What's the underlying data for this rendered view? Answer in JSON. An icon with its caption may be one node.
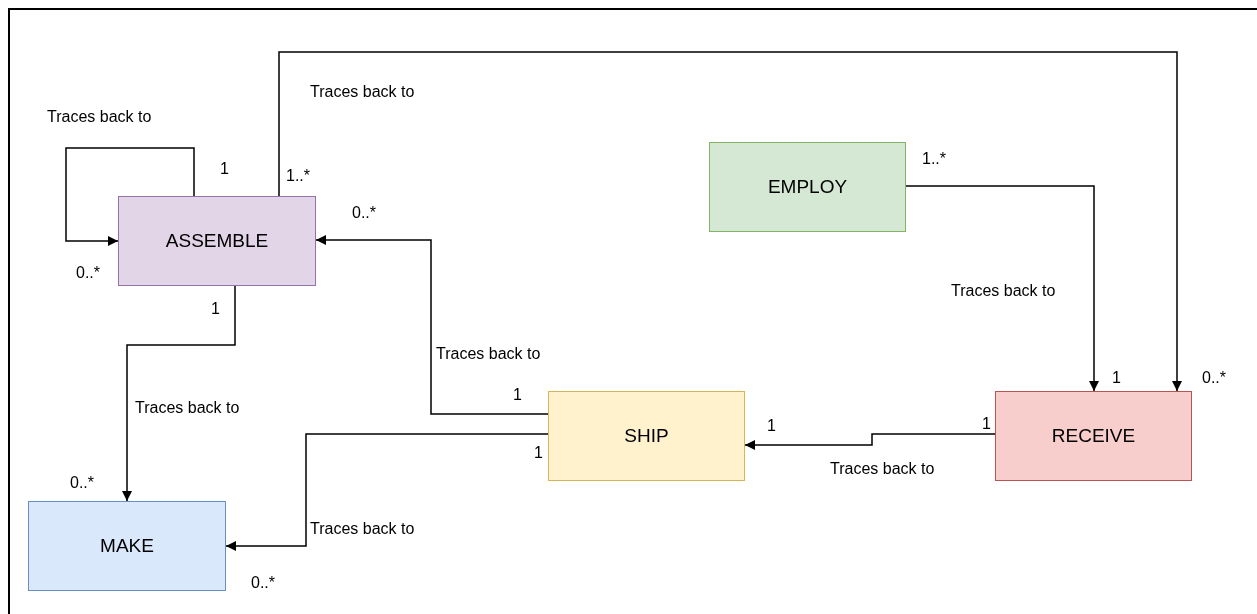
{
  "diagram": {
    "nodes": [
      {
        "text": [
          "ASSEMBLE"
        ]
      },
      {
        "text": [
          "EMPLOY"
        ]
      },
      {
        "text": [
          "SHIP"
        ]
      },
      {
        "text": [
          "RECEIVE"
        ]
      },
      {
        "text": [
          "MAKE"
        ]
      }
    ],
    "edges": [
      {
        "from": 0,
        "to": 0,
        "arrow": "to",
        "label": "Traces back to"
      },
      {
        "from": 0,
        "to": 3,
        "arrow": "to",
        "label": "Traces back to"
      },
      {
        "from": 1,
        "to": 3,
        "arrow": "to",
        "label": "Traces back to"
      },
      {
        "from": 2,
        "to": 0,
        "arrow": "to",
        "label": "Traces back to"
      },
      {
        "from": 0,
        "to": 4,
        "arrow": "to",
        "label": "Traces back to"
      },
      {
        "from": 2,
        "to": 4,
        "arrow": "to",
        "label": "Traces back to"
      },
      {
        "from": 3,
        "to": 2,
        "arrow": "to",
        "label": "Traces back to"
      }
    ],
    "labels": [
      "1..*",
      "1",
      "1..*",
      "0..*",
      "0..*",
      "1",
      "1",
      "0..*",
      "1",
      "1",
      "1",
      "1",
      "0..*",
      "0..*"
    ]
  }
}
